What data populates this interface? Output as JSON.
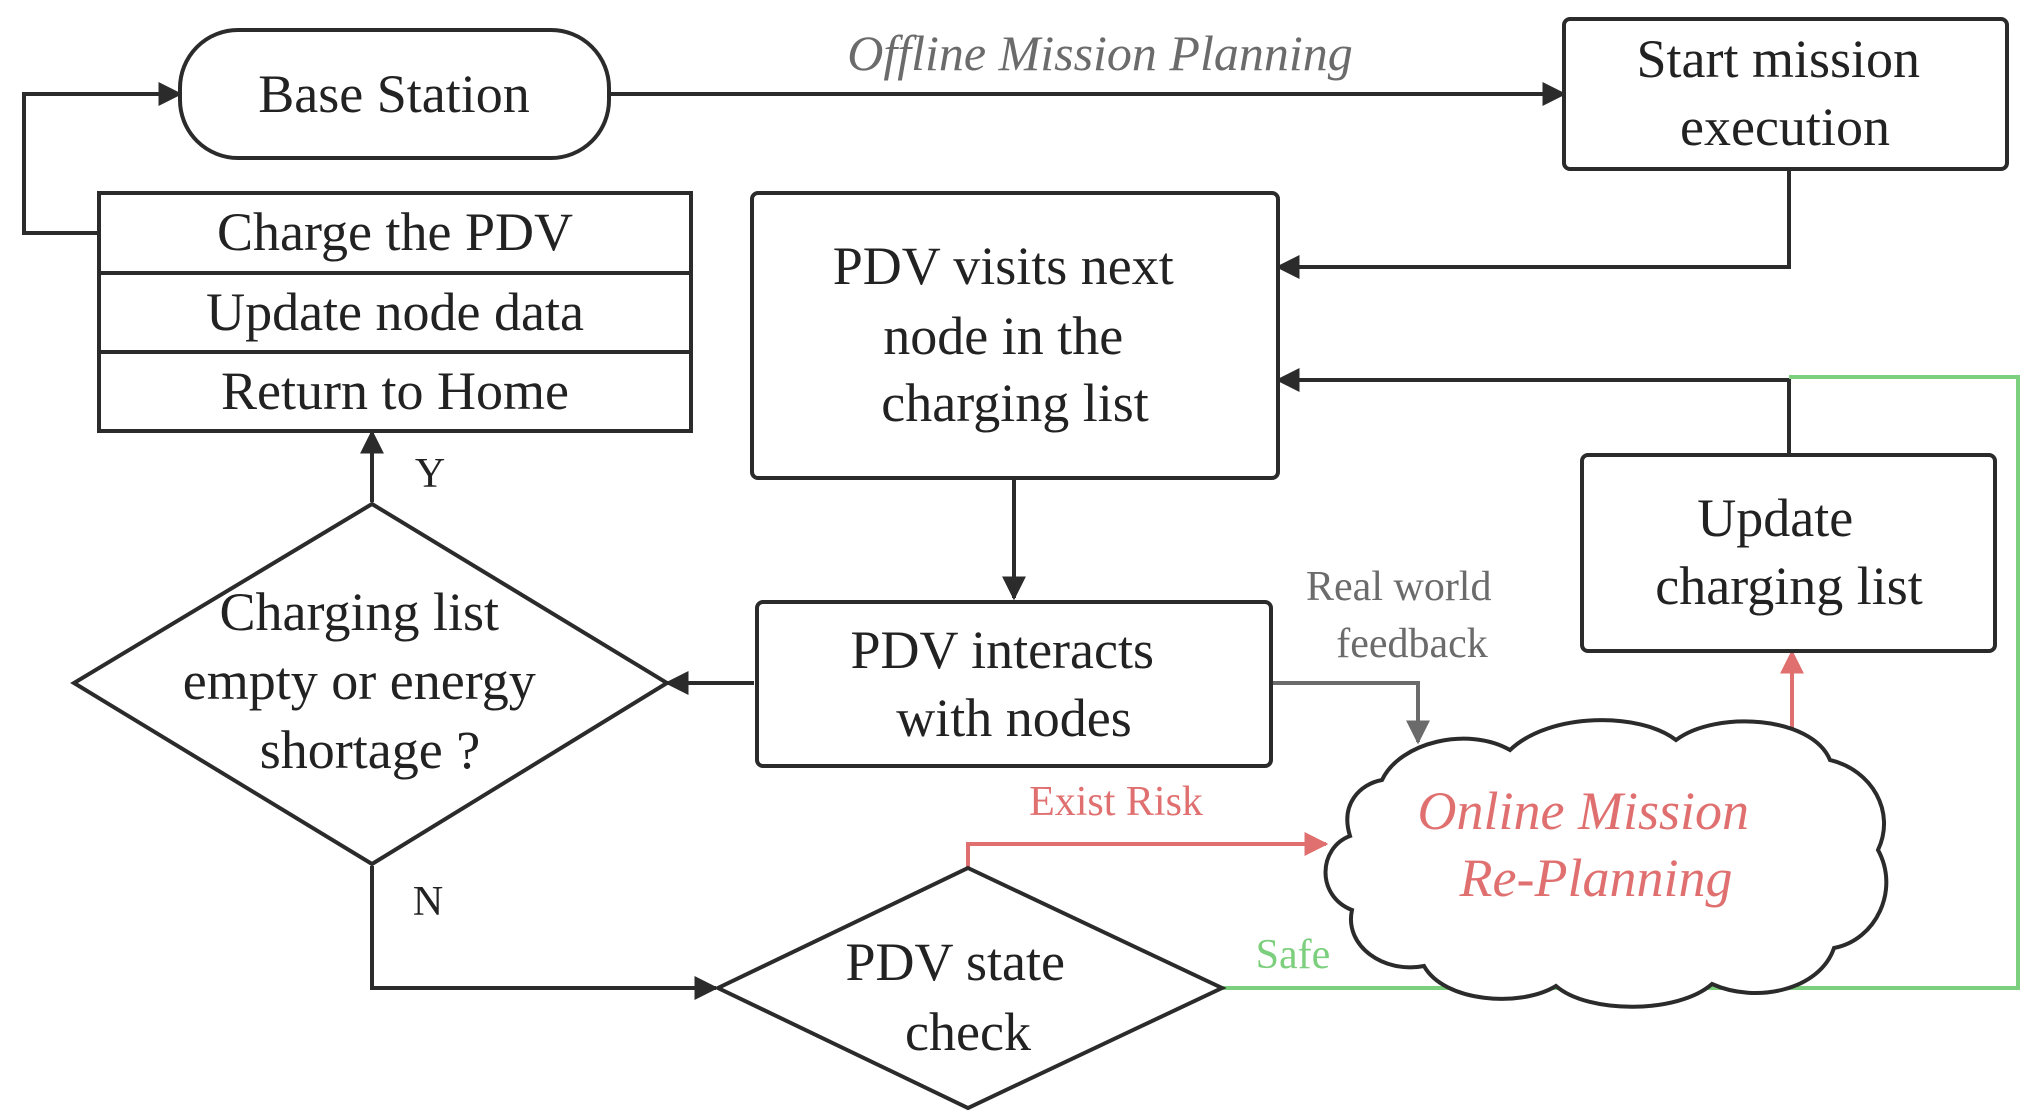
{
  "nodes": {
    "base_station": "Base Station",
    "start_mission": [
      "Start mission",
      "execution"
    ],
    "charge_pdv": "Charge the PDV",
    "update_node_data": "Update node data",
    "return_home": "Return to Home",
    "visit_next_node": [
      "PDV visits next",
      "node in the",
      "charging list"
    ],
    "update_charging_list": [
      "Update",
      "charging list"
    ],
    "interacts": [
      "PDV interacts",
      "with nodes"
    ],
    "decision": [
      "Charging list",
      "empty or energy",
      "shortage ?"
    ],
    "state_check": [
      "PDV state",
      "check"
    ],
    "online_replanning": [
      "Online Mission",
      "Re-Planning"
    ]
  },
  "edges": {
    "offline_planning": "Offline Mission Planning",
    "real_world_feedback": [
      "Real world",
      "feedback"
    ],
    "yes": "Y",
    "no": "N",
    "exist_risk": "Exist Risk",
    "safe": "Safe"
  },
  "colors": {
    "stroke": "#2b2b2b",
    "text": "#222222",
    "muted": "#6b6b6b",
    "risk": "#e07070",
    "safe": "#7ccf7c"
  }
}
